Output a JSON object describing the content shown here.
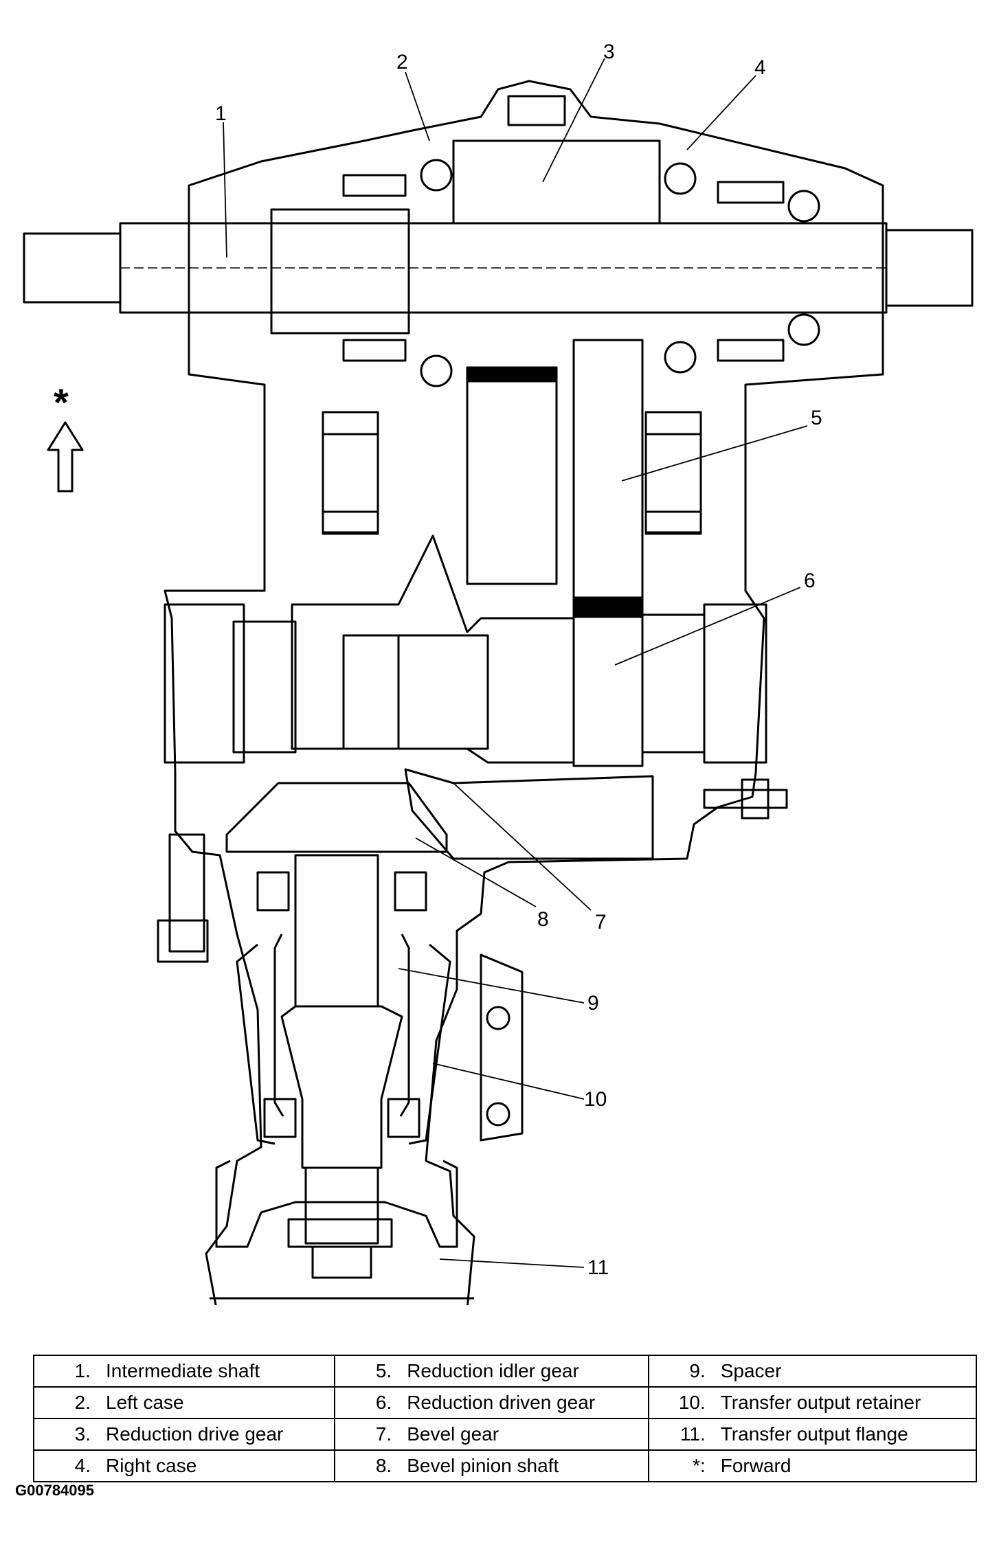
{
  "callouts": [
    "1",
    "2",
    "3",
    "4",
    "5",
    "6",
    "7",
    "8",
    "9",
    "10",
    "11"
  ],
  "forward_marker": "*",
  "legend": [
    [
      {
        "num": "1.",
        "text": "Intermediate shaft"
      },
      {
        "num": "5.",
        "text": "Reduction idler gear"
      },
      {
        "num": "9.",
        "text": "Spacer"
      }
    ],
    [
      {
        "num": "2.",
        "text": "Left case"
      },
      {
        "num": "6.",
        "text": "Reduction driven gear"
      },
      {
        "num": "10.",
        "text": "Transfer output retainer"
      }
    ],
    [
      {
        "num": "3.",
        "text": "Reduction drive gear"
      },
      {
        "num": "7.",
        "text": "Bevel gear"
      },
      {
        "num": "11.",
        "text": "Transfer output flange"
      }
    ],
    [
      {
        "num": "4.",
        "text": "Right case"
      },
      {
        "num": "8.",
        "text": "Bevel pinion shaft"
      },
      {
        "num": "*:",
        "text": "Forward"
      }
    ]
  ],
  "figure_id": "G00784095"
}
